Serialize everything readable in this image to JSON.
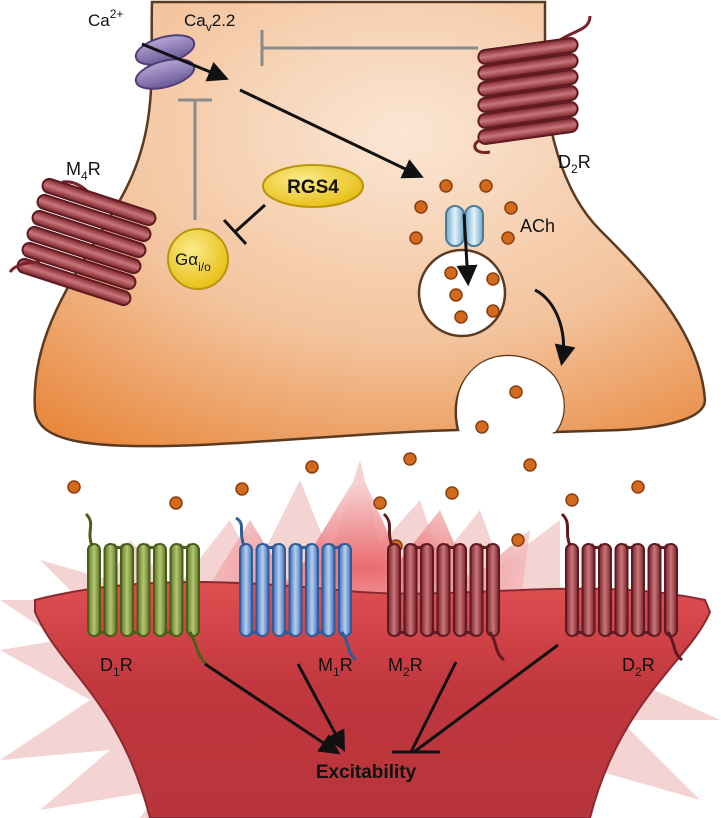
{
  "labels": {
    "ca_ion": "Ca",
    "ca_sup": "2+",
    "cav_main": "Ca",
    "cav_sub": "v",
    "cav_tail": "2.2",
    "d2r_top_main": "D",
    "d2r_top_sub": "2",
    "d2r_top_tail": "R",
    "m4r_main": "M",
    "m4r_sub": "4",
    "m4r_tail": "R",
    "rgs4": "RGS4",
    "galpha_main": "Gα",
    "galpha_sub": "i/o",
    "ach": "ACh",
    "d1r_main": "D",
    "d1r_sub": "1",
    "d1r_tail": "R",
    "m1r_main": "M",
    "m1r_sub": "1",
    "m1r_tail": "R",
    "m2r_main": "M",
    "m2r_sub": "2",
    "m2r_tail": "R",
    "d2r_bot_main": "D",
    "d2r_bot_sub": "2",
    "d2r_bot_tail": "R",
    "excitability": "Excitability"
  },
  "colors": {
    "presynaptic_light": "#f6cfb0",
    "presynaptic_dark": "#e8873c",
    "postsynaptic_light": "#e25a5a",
    "postsynaptic_dark": "#a2262c",
    "burst": "#f3c4c4",
    "receptor_red": "#8e2c34",
    "receptor_red_light": "#c66a70",
    "receptor_green": "#6e8a2c",
    "receptor_green_light": "#aec46a",
    "receptor_blue": "#4f7fc4",
    "receptor_blue_light": "#a8c4ec",
    "channel_purple": "#7e6aa6",
    "channel_blue": "#8cc4dc",
    "rgs_yellow": "#f2d02a",
    "ach_dot": "#d3691c",
    "arrow": "#111111",
    "inhibit": "#8a8a8a"
  }
}
